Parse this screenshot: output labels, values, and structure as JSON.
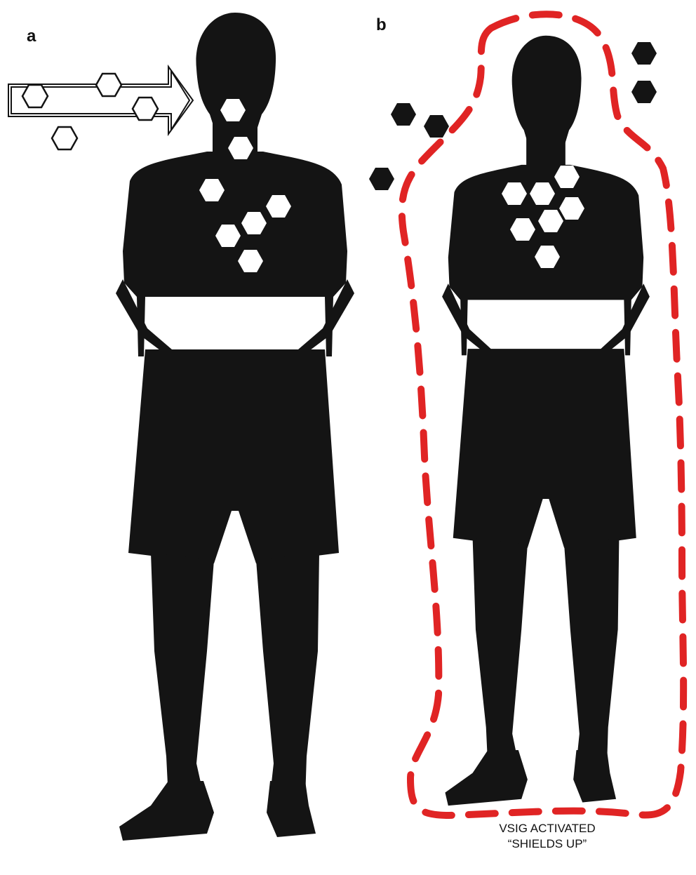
{
  "panels": [
    {
      "label": "a"
    },
    {
      "label": "b"
    }
  ],
  "caption": {
    "line1": "VSIG ACTIVATED",
    "line2": "“SHIELDS UP”"
  },
  "colors": {
    "silhouette": "#141414",
    "shield": "#e02424",
    "hexagon_inside": "#ffffff",
    "hexagon_outside": "#141414",
    "arrow_outline": "#141414"
  },
  "icons": [
    "person-silhouette",
    "hexagon-molecule",
    "arrow-right",
    "dashed-shield-outline"
  ]
}
